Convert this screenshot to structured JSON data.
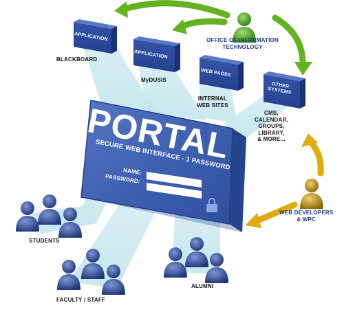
{
  "colors": {
    "portal_face": "#3d5fb0",
    "portal_edge": "#223f88",
    "box_face": "#2b4a9c",
    "beam": "#bfe3ec",
    "arrow_green": "#62b31f",
    "arrow_gold": "#e0ab10",
    "people_blue": "#233e86",
    "person_green": "#3f9a1f",
    "person_gold": "#b8860b",
    "label_blue": "#1a3c8c"
  },
  "portal": {
    "title": "PORTAL",
    "subtitle": "SECURE WEB INTERFACE - 1 PASSWORD",
    "name_label": "NAME:",
    "password_label": "PASSWORD:",
    "icon": "padlock-icon"
  },
  "boxes": [
    {
      "label": "APPLICATION",
      "caption": "BLACKBOARD"
    },
    {
      "label": "APPLICATION",
      "caption": "MyDUSIS"
    },
    {
      "label": "WEB PAGES",
      "caption": "INTERNAL\nWEB SITES"
    },
    {
      "label": "OTHER\nSYSTEMS",
      "caption": "CMS,\nCALENDAR,\nGROUPS,\nLIBRARY,\n& MORE..."
    }
  ],
  "actors": {
    "oit": "OFFICE OF INFORMATION\nTECHNOLOGY",
    "web_developers": "WEB DEVELOPERS\n& WPC"
  },
  "groups": {
    "students": "STUDENTS",
    "faculty": "FACULTY / STAFF",
    "alumni": "ALUMNI"
  }
}
